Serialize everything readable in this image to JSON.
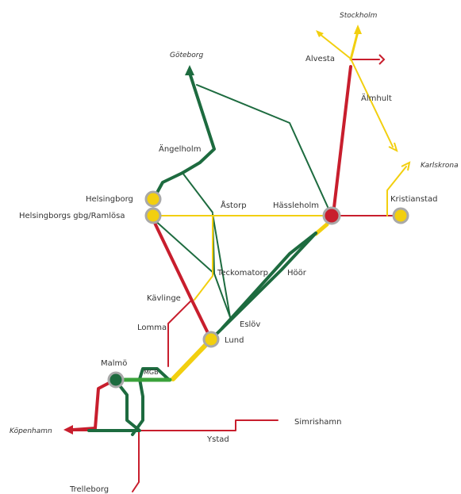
{
  "colors": {
    "green": "#1d6b3f",
    "light_green": "#3aa23a",
    "red": "#c81e2d",
    "yellow": "#f2cf0f",
    "station_ring": "#a9a9a9",
    "station_yellow": "#f2cf0f",
    "station_red": "#c81e2d",
    "station_green": "#1d6b3f"
  },
  "places": {
    "stockholm": "Stockholm",
    "goteborg": "Göteborg",
    "karlskrona": "Karlskrona",
    "kopenhamn": "Köpenhamn",
    "alvesta": "Alvesta",
    "almhult": "Älmhult",
    "angelholm": "Ängelholm",
    "helsingborg": "Helsingborg",
    "ramlosa": "Helsingborgs gbg/Ramlösa",
    "astorp": "Åstorp",
    "hassleholm": "Hässleholm",
    "kristianstad": "Kristianstad",
    "teckomatorp": "Teckomatorp",
    "hoor": "Höör",
    "kavlinge": "Kävlinge",
    "eslov": "Eslöv",
    "lomma": "Lomma",
    "lund": "Lund",
    "malmo": "Malmö",
    "mgb": "MGB",
    "simrishamn": "Simrishamn",
    "ystad": "Ystad",
    "trelleborg": "Trelleborg"
  }
}
